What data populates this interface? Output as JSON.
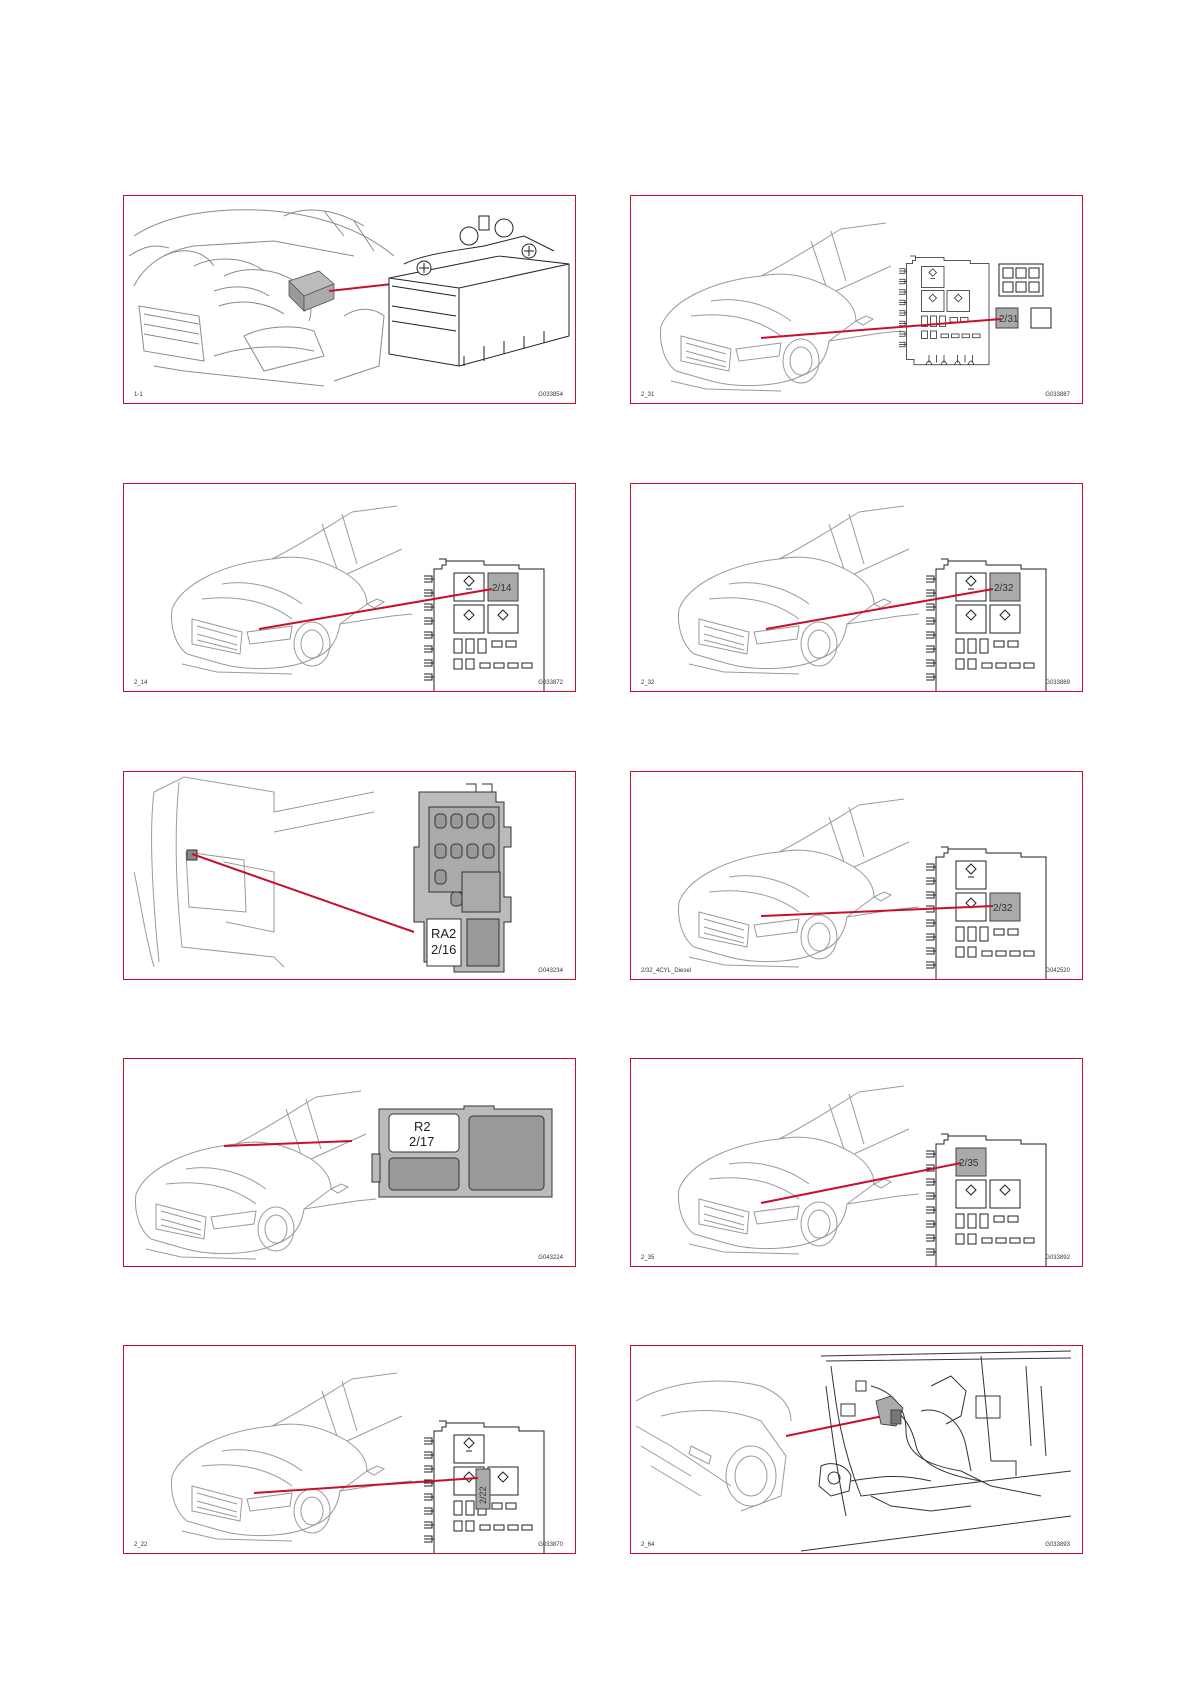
{
  "accent_color": "#c8102e",
  "figures": [
    {
      "id": "fig-1",
      "caption_left": "1-1",
      "caption_right": "G033854",
      "labels": []
    },
    {
      "id": "fig-2",
      "caption_left": "2_31",
      "caption_right": "G033887",
      "labels": [
        "2/31"
      ]
    },
    {
      "id": "fig-3",
      "caption_left": "2_14",
      "caption_right": "G033872",
      "labels": [
        "2/14"
      ]
    },
    {
      "id": "fig-4",
      "caption_left": "2_32",
      "caption_right": "G033889",
      "labels": [
        "2/32"
      ]
    },
    {
      "id": "fig-5",
      "caption_left": "",
      "caption_right": "G043234",
      "labels": [
        "RA2",
        "2/16"
      ]
    },
    {
      "id": "fig-6",
      "caption_left": "2/32_4CYL_Diesel",
      "caption_right": "G042520",
      "labels": [
        "2/32"
      ]
    },
    {
      "id": "fig-7",
      "caption_left": "",
      "caption_right": "G043224",
      "labels": [
        "R2",
        "2/17"
      ]
    },
    {
      "id": "fig-8",
      "caption_left": "2_35",
      "caption_right": "G033892",
      "labels": [
        "2/35"
      ]
    },
    {
      "id": "fig-9",
      "caption_left": "2_22",
      "caption_right": "G033870",
      "labels": [
        "2/22"
      ]
    },
    {
      "id": "fig-10",
      "caption_left": "2_64",
      "caption_right": "G033893",
      "labels": []
    }
  ]
}
